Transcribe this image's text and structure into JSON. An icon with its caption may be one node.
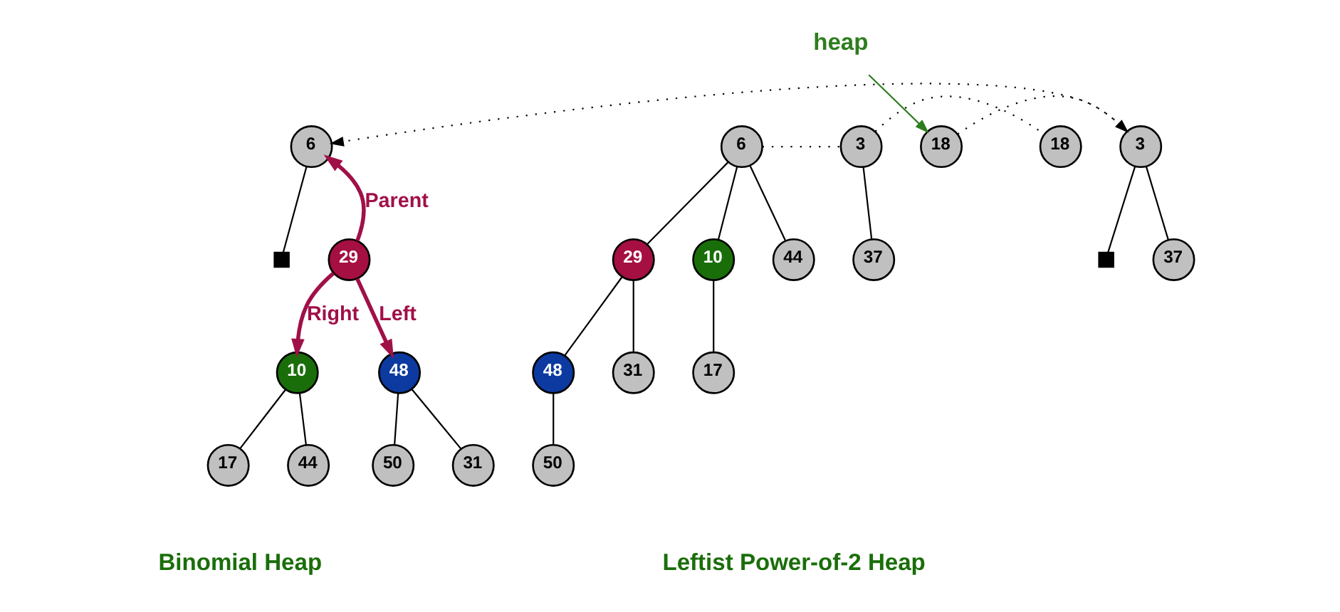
{
  "diagram": {
    "nodes": [
      {
        "text": [
          "6"
        ]
      },
      {
        "text": [
          "3"
        ]
      },
      {
        "text": [
          "18"
        ]
      },
      {
        "text": [
          "29"
        ]
      },
      {
        "text": [
          "10"
        ]
      },
      {
        "text": [
          "44"
        ]
      },
      {
        "text": [
          "37"
        ]
      },
      {
        "text": [
          "48"
        ]
      },
      {
        "text": [
          "31"
        ]
      },
      {
        "text": [
          "17"
        ]
      },
      {
        "text": [
          "50"
        ]
      },
      {
        "text": [
          "heap"
        ]
      },
      {
        "text": [
          "6"
        ]
      },
      {
        "text": [
          "3"
        ]
      },
      {
        "text": [
          "18"
        ]
      },
      {
        "text": [
          "29"
        ]
      },
      {
        "text": [
          "48"
        ]
      },
      {
        "text": [
          "10"
        ]
      },
      {
        "text": [
          "50"
        ]
      },
      {
        "text": [
          "31"
        ]
      },
      {
        "text": [
          "17"
        ]
      },
      {
        "text": [
          "44"
        ]
      },
      {
        "text": [
          "37"
        ]
      },
      {
        "text": [],
        "shape": "box"
      },
      {
        "text": [],
        "shape": "box"
      }
    ],
    "edges": [
      {
        "from": 0,
        "to": 1,
        "arrow": "none",
        "style": "dashed"
      },
      {
        "from": 1,
        "to": 2,
        "arrow": "none",
        "style": "dashed"
      },
      {
        "from": 0,
        "to": 3,
        "arrow": "none"
      },
      {
        "from": 0,
        "to": 4,
        "arrow": "none"
      },
      {
        "from": 0,
        "to": 5,
        "arrow": "none"
      },
      {
        "from": 1,
        "to": 6,
        "arrow": "none"
      },
      {
        "from": 3,
        "to": 7,
        "arrow": "none"
      },
      {
        "from": 3,
        "to": 8,
        "arrow": "none"
      },
      {
        "from": 4,
        "to": 9,
        "arrow": "none"
      },
      {
        "from": 7,
        "to": 10,
        "arrow": "none"
      },
      {
        "from": 11,
        "to": 14,
        "arrow": "to",
        "color": "#2e7d1e"
      },
      {
        "from": 14,
        "to": 13,
        "arrow": "to",
        "style": "dashed"
      },
      {
        "from": 13,
        "to": 12,
        "arrow": "to",
        "style": "dashed"
      },
      {
        "from": 12,
        "to": 23,
        "arrow": "none"
      },
      {
        "from": 13,
        "to": 22,
        "arrow": "none"
      },
      {
        "from": 13,
        "to": 24,
        "arrow": "none"
      },
      {
        "from": 15,
        "to": 12,
        "arrow": "to",
        "label": "Parent",
        "style": "thick",
        "color": "#a01048"
      },
      {
        "from": 15,
        "to": 16,
        "arrow": "to",
        "label": "Left",
        "style": "thick",
        "color": "#a01048"
      },
      {
        "from": 15,
        "to": 17,
        "arrow": "to",
        "label": "Right",
        "style": "thick",
        "color": "#a01048"
      },
      {
        "from": 16,
        "to": 18,
        "arrow": "none"
      },
      {
        "from": 16,
        "to": 19,
        "arrow": "none"
      },
      {
        "from": 17,
        "to": 20,
        "arrow": "none"
      },
      {
        "from": 17,
        "to": 21,
        "arrow": "none"
      }
    ],
    "labels": [
      "Binomial Heap",
      "Leftist Power-of-2 Heap"
    ]
  }
}
